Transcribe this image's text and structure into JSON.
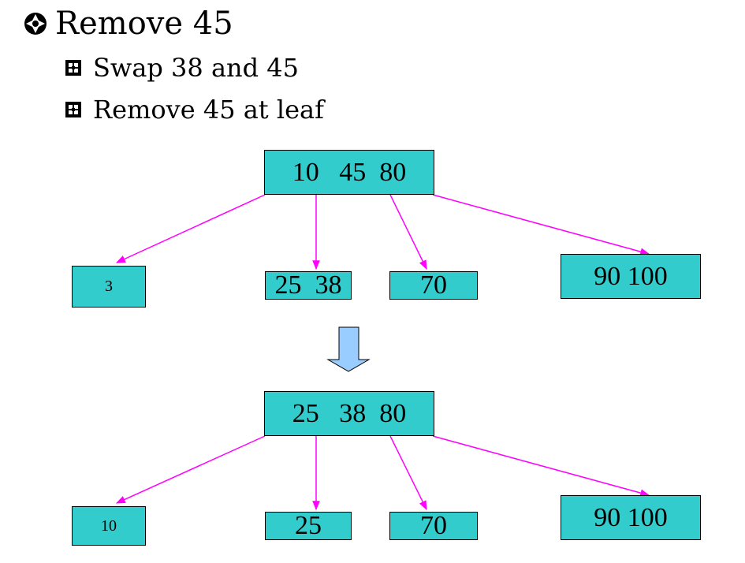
{
  "heading": {
    "text": "Remove 45",
    "icon": "crosshair-bullet-icon"
  },
  "steps": [
    {
      "text": "Swap 38 and 45",
      "icon": "square-bullet-icon"
    },
    {
      "text": "Remove 45 at leaf",
      "icon": "square-bullet-icon"
    }
  ],
  "tree_before": {
    "root": "10   45  80",
    "children": [
      "3",
      "25  38",
      "70",
      "90 100"
    ]
  },
  "tree_after": {
    "root": "25   38  80",
    "children": [
      "10",
      "25",
      "70",
      "90 100"
    ]
  },
  "colors": {
    "node_fill": "#33cccc",
    "edge": "#ff00ff",
    "transition_arrow": "#99ccff"
  }
}
